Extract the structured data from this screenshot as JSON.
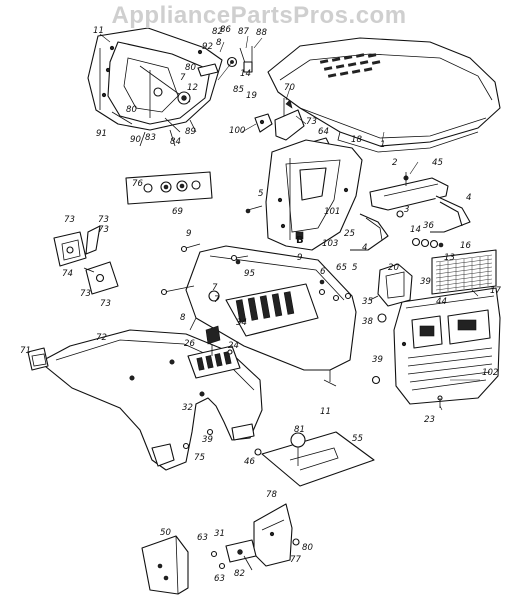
{
  "watermark": "AppliancePartsPros.com",
  "part_labels": {
    "p1": "1",
    "p2": "2",
    "p3": "3",
    "p4": "4",
    "p4b": "4",
    "p5": "5",
    "p5b": "5",
    "p6": "6",
    "p7": "7",
    "p7b": "7",
    "p7c": "7",
    "p8": "8",
    "p9": "9",
    "p9b": "9",
    "p11": "11",
    "p11b": "11",
    "p12": "12",
    "p13": "13",
    "p14": "14",
    "p14b": "14",
    "p16": "16",
    "p17": "17",
    "p18": "18",
    "p19": "19",
    "p20": "20",
    "p23": "23",
    "p24": "24",
    "p25": "25",
    "p26": "26",
    "p31": "31",
    "p32": "32",
    "p34": "34",
    "p35": "35",
    "p36": "36",
    "p38": "38",
    "p39": "39",
    "p39b": "39",
    "p39c": "39",
    "p44": "44",
    "p45": "45",
    "p46": "46",
    "p50": "50",
    "p55": "55",
    "p63": "63",
    "p63b": "63",
    "p64": "64",
    "p65": "65",
    "p69": "69",
    "p70": "70",
    "p71": "71",
    "p72": "72",
    "p73": "73",
    "p73b": "73",
    "p73c": "73",
    "p73d": "73",
    "p73e": "73",
    "p74": "74",
    "p75": "75",
    "p76": "76",
    "p77": "77",
    "p78": "78",
    "p80": "80",
    "p80b": "80",
    "p80c": "80",
    "p81": "81",
    "p82": "82",
    "p82b": "82",
    "p83": "83",
    "p84": "84",
    "p85": "85",
    "p86": "86",
    "p87": "87",
    "p88": "88",
    "p89": "89",
    "p90": "90",
    "p91": "91",
    "p92": "92",
    "p95": "95",
    "p100": "100",
    "p101": "101",
    "p102": "102",
    "p103": "103",
    "pB": "B"
  }
}
